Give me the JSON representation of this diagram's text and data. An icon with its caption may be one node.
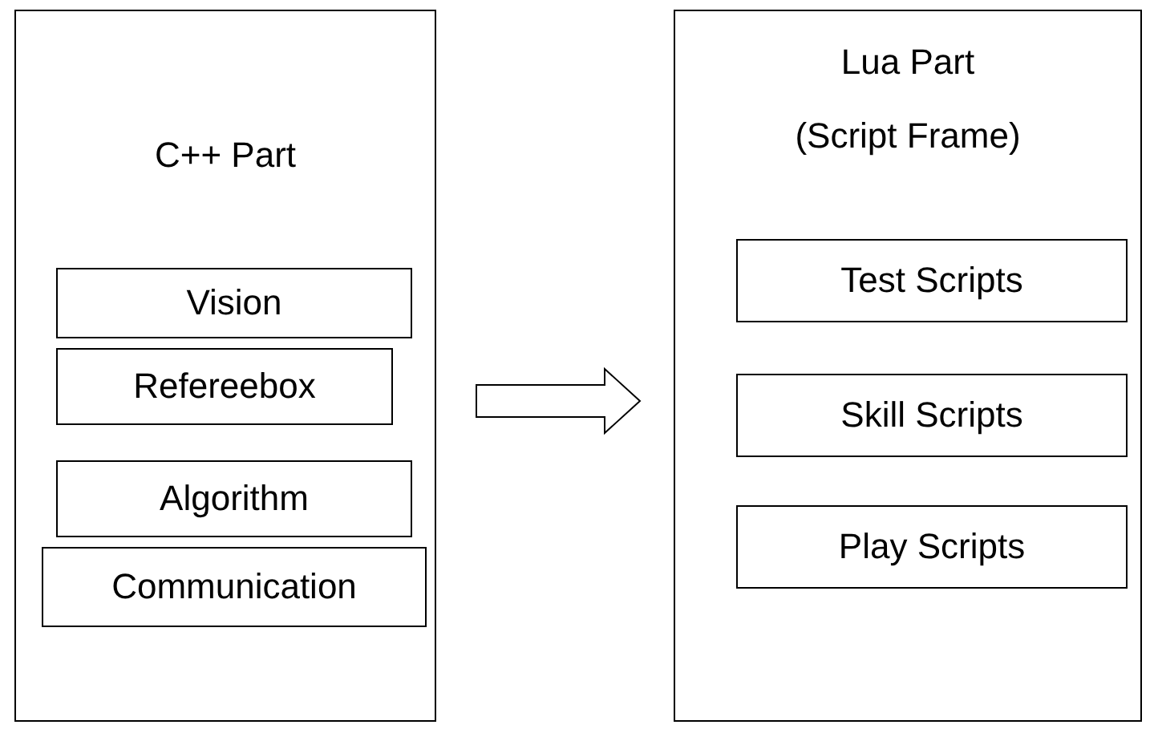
{
  "diagram": {
    "nodes": [
      {
        "text": [
          "C++ Part"
        ]
      },
      {
        "text": [
          "Vision"
        ],
        "in": 0
      },
      {
        "text": [
          "Refereebox"
        ],
        "in": 0
      },
      {
        "text": [
          "Algorithm"
        ],
        "in": 0
      },
      {
        "text": [
          "Communication"
        ],
        "in": 0
      },
      {
        "text": [
          "Lua Part",
          "(Script Frame)"
        ]
      },
      {
        "text": [
          "Test Scripts"
        ],
        "in": 5
      },
      {
        "text": [
          "Skill Scripts"
        ],
        "in": 5
      },
      {
        "text": [
          "Play Scripts"
        ],
        "in": 5
      }
    ],
    "edges": [
      {
        "from": 0,
        "to": 5,
        "arrow": "to"
      }
    ]
  }
}
